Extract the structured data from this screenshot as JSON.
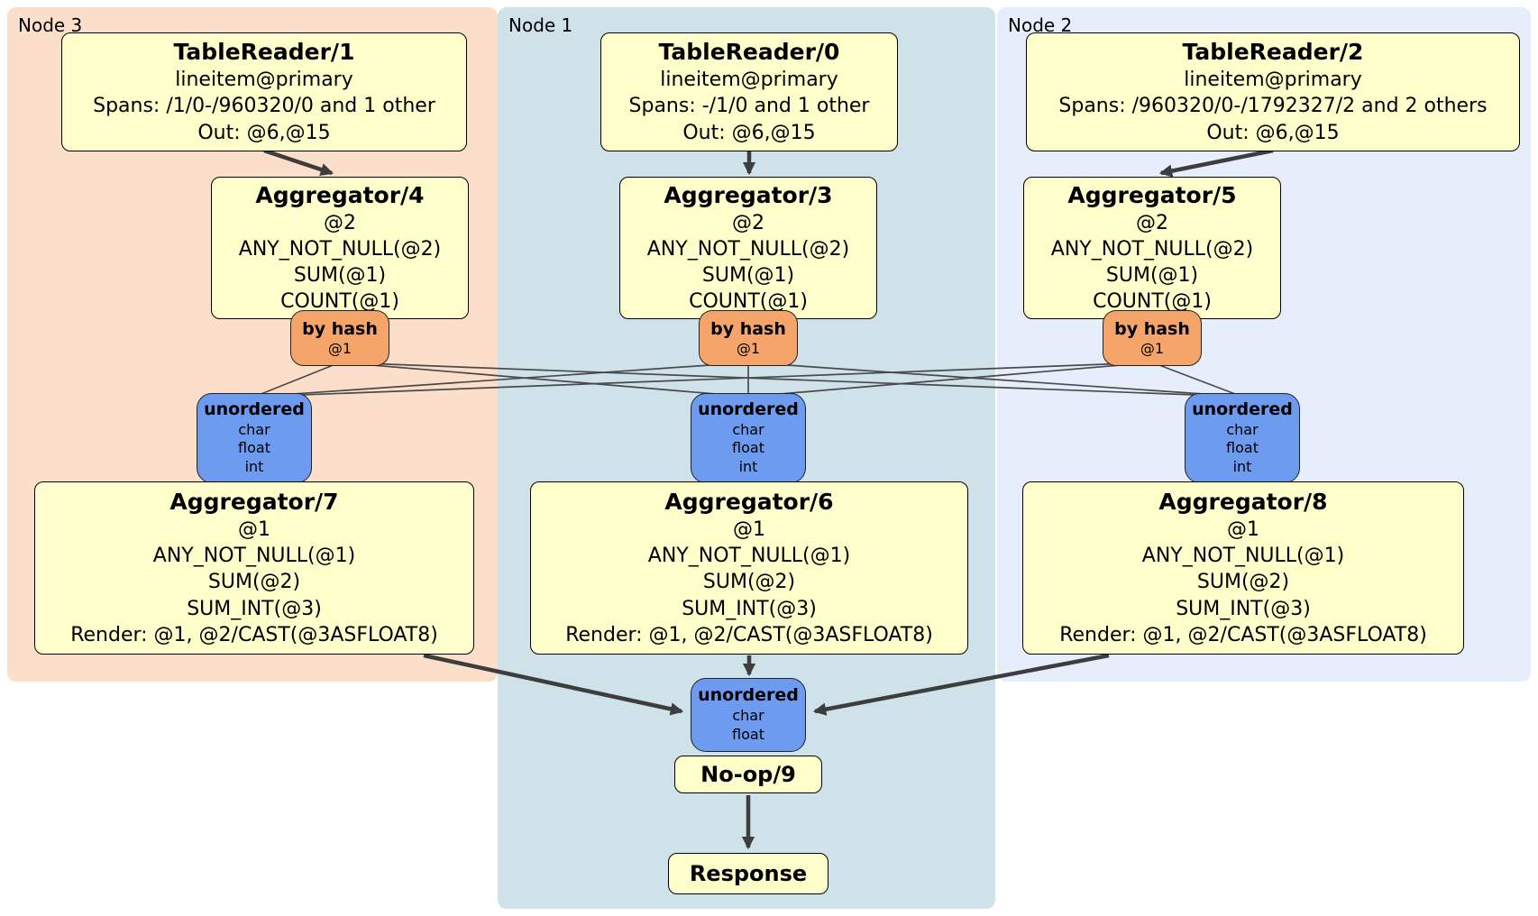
{
  "nodes": {
    "node3": {
      "label": "Node 3"
    },
    "node1": {
      "label": "Node 1"
    },
    "node2": {
      "label": "Node 2"
    }
  },
  "processors": {
    "tablereader1": {
      "title": "TableReader/1",
      "lines": [
        "lineitem@primary",
        "Spans: /1/0-/960320/0 and 1 other",
        "Out: @6,@15"
      ]
    },
    "tablereader0": {
      "title": "TableReader/0",
      "lines": [
        "lineitem@primary",
        "Spans: -/1/0 and 1 other",
        "Out: @6,@15"
      ]
    },
    "tablereader2": {
      "title": "TableReader/2",
      "lines": [
        "lineitem@primary",
        "Spans: /960320/0-/1792327/2 and 2 others",
        "Out: @6,@15"
      ]
    },
    "aggregator4": {
      "title": "Aggregator/4",
      "lines": [
        "@2",
        "ANY_NOT_NULL(@2)",
        "SUM(@1)",
        "COUNT(@1)"
      ]
    },
    "aggregator3": {
      "title": "Aggregator/3",
      "lines": [
        "@2",
        "ANY_NOT_NULL(@2)",
        "SUM(@1)",
        "COUNT(@1)"
      ]
    },
    "aggregator5": {
      "title": "Aggregator/5",
      "lines": [
        "@2",
        "ANY_NOT_NULL(@2)",
        "SUM(@1)",
        "COUNT(@1)"
      ]
    },
    "aggregator7": {
      "title": "Aggregator/7",
      "lines": [
        "@1",
        "ANY_NOT_NULL(@1)",
        "SUM(@2)",
        "SUM_INT(@3)",
        "Render: @1, @2/CAST(@3ASFLOAT8)"
      ]
    },
    "aggregator6": {
      "title": "Aggregator/6",
      "lines": [
        "@1",
        "ANY_NOT_NULL(@1)",
        "SUM(@2)",
        "SUM_INT(@3)",
        "Render: @1, @2/CAST(@3ASFLOAT8)"
      ]
    },
    "aggregator8": {
      "title": "Aggregator/8",
      "lines": [
        "@1",
        "ANY_NOT_NULL(@1)",
        "SUM(@2)",
        "SUM_INT(@3)",
        "Render: @1, @2/CAST(@3ASFLOAT8)"
      ]
    },
    "noop": {
      "title": "No-op/9"
    },
    "response": {
      "title": "Response"
    }
  },
  "routers": {
    "hash3": {
      "title": "by hash",
      "detail": "@1"
    },
    "hash1": {
      "title": "by hash",
      "detail": "@1"
    },
    "hash2": {
      "title": "by hash",
      "detail": "@1"
    }
  },
  "syncs": {
    "unordered3": {
      "title": "unordered",
      "lines": [
        "char",
        "float",
        "int"
      ]
    },
    "unordered1": {
      "title": "unordered",
      "lines": [
        "char",
        "float",
        "int"
      ]
    },
    "unordered2": {
      "title": "unordered",
      "lines": [
        "char",
        "float",
        "int"
      ]
    },
    "unordered_final": {
      "title": "unordered",
      "lines": [
        "char",
        "float"
      ]
    }
  },
  "colors": {
    "processor_fill": "#ffffcc",
    "router_fill": "#f5a56a",
    "sync_fill": "#6c9bf0",
    "node3_bg": "#fcdfca",
    "node1_bg": "#cfe1e9",
    "node2_bg": "#e6eefb",
    "edge": "#3d3d3d"
  }
}
